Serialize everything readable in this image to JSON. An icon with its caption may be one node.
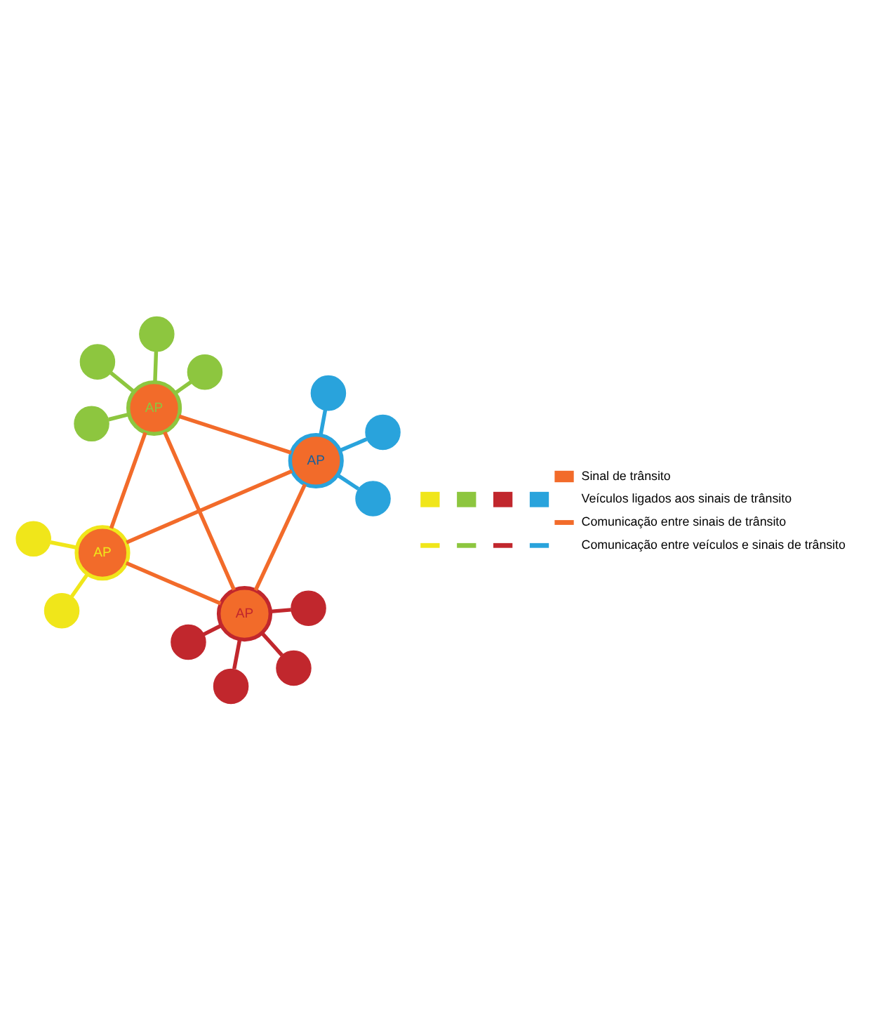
{
  "diagram": {
    "nodes": [
      {
        "text": [
          "AP"
        ]
      },
      {
        "text": [],
        "shape": "circle"
      },
      {
        "text": [],
        "shape": "circle"
      },
      {
        "text": [
          "AP"
        ]
      },
      {
        "text": [],
        "shape": "circle"
      },
      {
        "text": [],
        "shape": "circle"
      },
      {
        "text": [],
        "shape": "circle"
      },
      {
        "text": [],
        "shape": "circle"
      },
      {
        "text": [
          "AP"
        ]
      },
      {
        "text": [],
        "shape": "circle"
      },
      {
        "text": [],
        "shape": "circle"
      },
      {
        "text": [],
        "shape": "circle"
      },
      {
        "text": [],
        "shape": "circle"
      },
      {
        "text": [
          "AP"
        ]
      },
      {
        "text": [],
        "shape": "circle"
      },
      {
        "text": [],
        "shape": "circle"
      },
      {
        "text": [],
        "shape": "circle"
      }
    ],
    "edges": [
      {
        "from": 0,
        "to": 3,
        "arrow": "none"
      },
      {
        "from": 0,
        "to": 8,
        "arrow": "none"
      },
      {
        "from": 0,
        "to": 13,
        "arrow": "none"
      },
      {
        "from": 3,
        "to": 8,
        "arrow": "none"
      },
      {
        "from": 3,
        "to": 13,
        "arrow": "none"
      },
      {
        "from": 8,
        "to": 13,
        "arrow": "none"
      },
      {
        "from": 0,
        "to": 1,
        "arrow": "none",
        "color": "#f0e61a"
      },
      {
        "from": 0,
        "to": 2,
        "arrow": "none",
        "color": "#f0e61a"
      },
      {
        "from": 3,
        "to": 4,
        "arrow": "none",
        "color": "#8dc63f"
      },
      {
        "from": 3,
        "to": 5,
        "arrow": "none",
        "color": "#8dc63f"
      },
      {
        "from": 3,
        "to": 6,
        "arrow": "none",
        "color": "#8dc63f"
      },
      {
        "from": 3,
        "to": 7,
        "arrow": "none",
        "color": "#8dc63f"
      },
      {
        "from": 8,
        "to": 9,
        "arrow": "none",
        "color": "#c1272d"
      },
      {
        "from": 8,
        "to": 10,
        "arrow": "none",
        "color": "#c1272d"
      },
      {
        "from": 8,
        "to": 11,
        "arrow": "none",
        "color": "#c1272d"
      },
      {
        "from": 8,
        "to": 12,
        "arrow": "none",
        "color": "#c1272d"
      },
      {
        "from": 13,
        "to": 14,
        "arrow": "none",
        "color": "#29a3dc"
      },
      {
        "from": 13,
        "to": 15,
        "arrow": "none",
        "color": "#29a3dc"
      },
      {
        "from": 13,
        "to": 16,
        "arrow": "none",
        "color": "#29a3dc"
      }
    ],
    "legend": [
      {
        "text": "Sinal de trânsito",
        "color": "#f26b2a"
      },
      {
        "text": "Veículos ligados aos sinais de trânsito"
      },
      {
        "text": "Comunicação entre sinais de trânsito",
        "color": "#f26b2a"
      },
      {
        "text": "Comunicação entre veículos e sinais de trânsito"
      }
    ]
  }
}
